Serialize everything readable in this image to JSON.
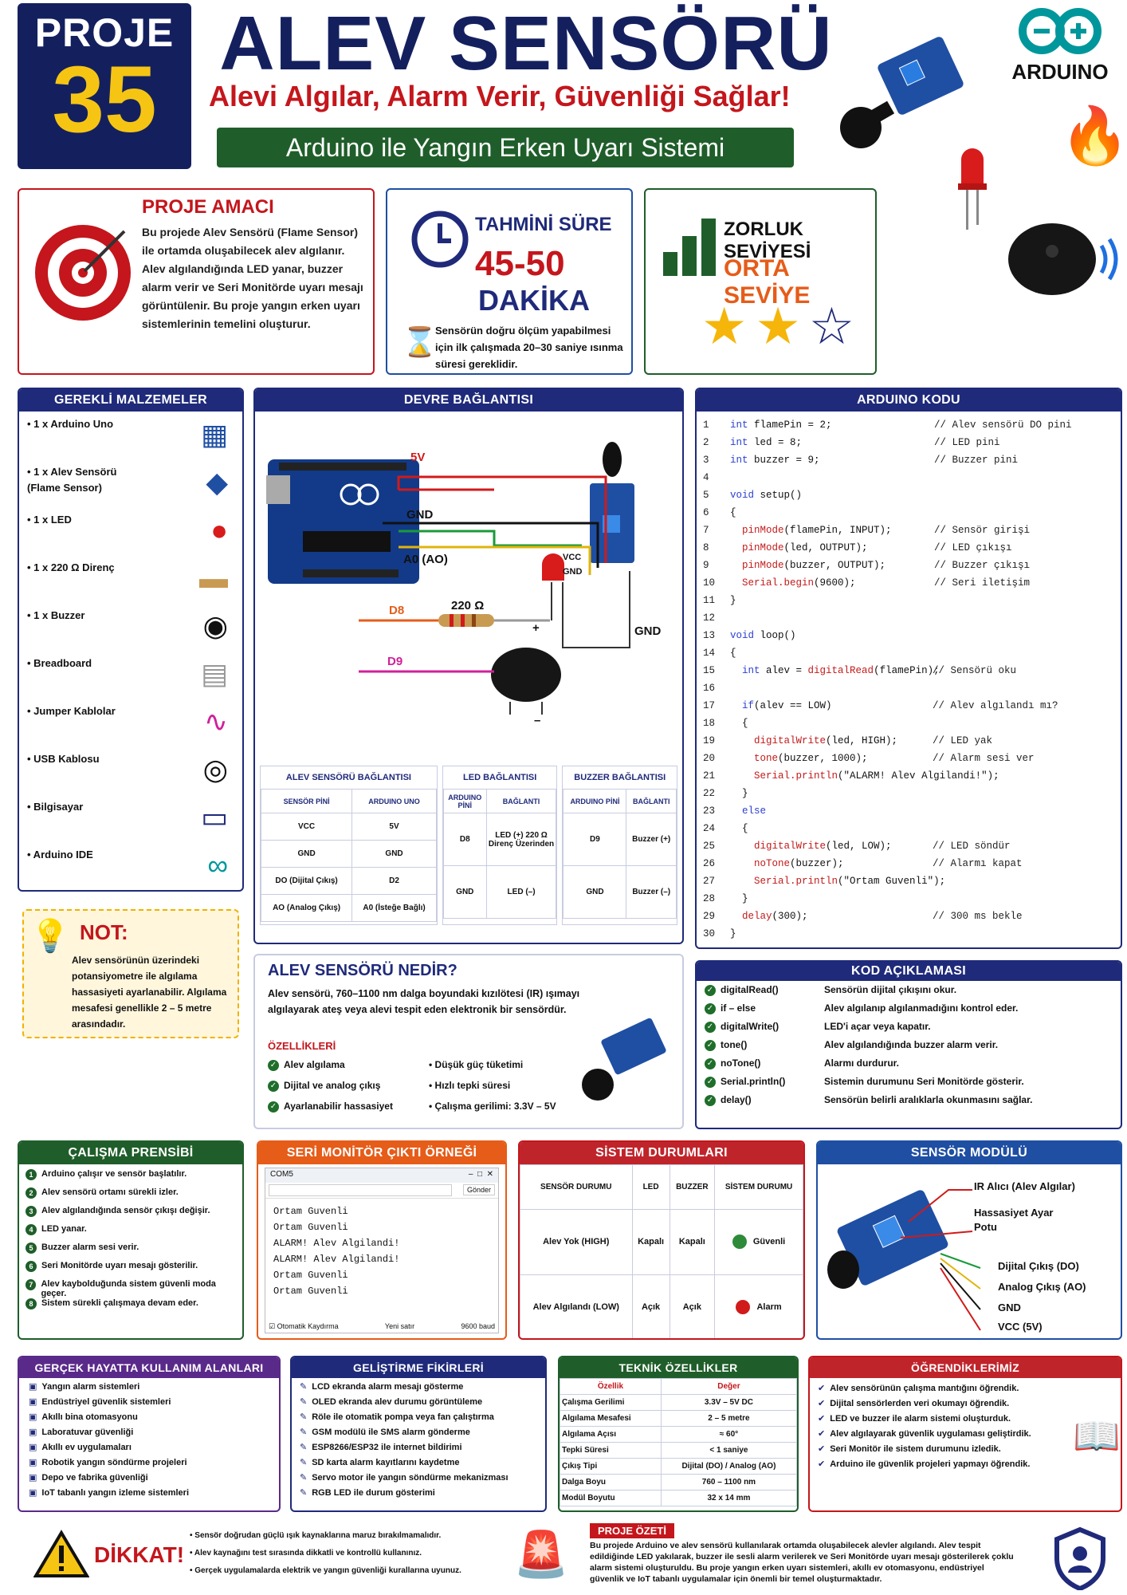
{
  "header": {
    "proje_label": "PROJE",
    "proje_num": "35",
    "title": "ALEV SENSÖRÜ",
    "subtitle": "Alevi Algılar, Alarm Verir, Güvenliği Sağlar!",
    "banner": "Arduino ile Yangın Erken Uyarı Sistemi",
    "brand": "ARDUINO"
  },
  "amac": {
    "title": "PROJE AMACI",
    "text": "Bu projede Alev Sensörü (Flame Sensor) ile ortamda oluşabilecek alev algılanır. Alev algılandığında LED yanar, buzzer alarm verir ve Seri Monitörde uyarı mesajı görüntülenir. Bu proje yangın erken uyarı sistemlerinin temelini oluşturur."
  },
  "sure": {
    "title": "TAHMİNİ SÜRE",
    "value": "45-50",
    "unit": "DAKİKA",
    "note": "Sensörün doğru ölçüm yapabilmesi için ilk çalışmada 20–30 saniye ısınma süresi gereklidir."
  },
  "zorluk": {
    "title": "ZORLUK SEVİYESİ",
    "value": "ORTA SEVİYE",
    "stars": 2,
    "max_stars": 3
  },
  "malzemeler": {
    "title": "GEREKLİ MALZEMELER",
    "items": [
      "1 x Arduino Uno",
      "1 x Alev Sensörü (Flame Sensor)",
      "1 x LED",
      "1 x 220 Ω Direnç",
      "1 x Buzzer",
      "Breadboard",
      "Jumper Kablolar",
      "USB Kablosu",
      "Bilgisayar",
      "Arduino IDE"
    ]
  },
  "not": {
    "title": "NOT:",
    "text": "Alev sensörünün üzerindeki potansiyometre ile algılama hassasiyeti ayarlanabilir. Algılama mesafesi genellikle 2 – 5 metre arasındadır."
  },
  "devre": {
    "title": "DEVRE BAĞLANTISI",
    "labels": {
      "v5": "5V",
      "gnd": "GND",
      "a0": "A0 (AO)",
      "vcc": "VCC",
      "gnd2": "GND",
      "d8": "D8",
      "d9": "D9",
      "res": "220 Ω",
      "gnd3": "GND",
      "plus": "+",
      "minus": "–"
    },
    "t1": {
      "title": "ALEV SENSÖRÜ BAĞLANTISI",
      "h": [
        "SENSÖR PİNİ",
        "ARDUINO UNO"
      ],
      "rows": [
        [
          "VCC",
          "5V"
        ],
        [
          "GND",
          "GND"
        ],
        [
          "DO (Dijital Çıkış)",
          "D2"
        ],
        [
          "AO (Analog Çıkış)",
          "A0 (İsteğe Bağlı)"
        ]
      ]
    },
    "t2": {
      "title": "LED BAĞLANTISI",
      "h": [
        "ARDUINO PİNİ",
        "BAĞLANTI"
      ],
      "rows": [
        [
          "D8",
          "LED (+) 220 Ω Direnç Üzerinden"
        ],
        [
          "GND",
          "LED (–)"
        ]
      ]
    },
    "t3": {
      "title": "BUZZER BAĞLANTISI",
      "h": [
        "ARDUINO PİNİ",
        "BAĞLANTI"
      ],
      "rows": [
        [
          "D9",
          "Buzzer (+)"
        ],
        [
          "GND",
          "Buzzer (–)"
        ]
      ]
    }
  },
  "kod": {
    "title": "ARDUINO KODU",
    "lines": [
      [
        "1",
        "int flamePin = 2;",
        "// Alev sensörü DO pini"
      ],
      [
        "2",
        "int led = 8;",
        "// LED pini"
      ],
      [
        "3",
        "int buzzer = 9;",
        "// Buzzer pini"
      ],
      [
        "4",
        "",
        ""
      ],
      [
        "5",
        "void setup()",
        ""
      ],
      [
        "6",
        "{",
        ""
      ],
      [
        "7",
        "  pinMode(flamePin, INPUT);",
        "// Sensör girişi"
      ],
      [
        "8",
        "  pinMode(led, OUTPUT);",
        "// LED çıkışı"
      ],
      [
        "9",
        "  pinMode(buzzer, OUTPUT);",
        "// Buzzer çıkışı"
      ],
      [
        "10",
        "  Serial.begin(9600);",
        "// Seri iletişim"
      ],
      [
        "11",
        "}",
        ""
      ],
      [
        "12",
        "",
        ""
      ],
      [
        "13",
        "void loop()",
        ""
      ],
      [
        "14",
        "{",
        ""
      ],
      [
        "15",
        "  int alev = digitalRead(flamePin);",
        "// Sensörü oku"
      ],
      [
        "16",
        "",
        ""
      ],
      [
        "17",
        "  if(alev == LOW)",
        "// Alev algılandı mı?"
      ],
      [
        "18",
        "  {",
        ""
      ],
      [
        "19",
        "    digitalWrite(led, HIGH);",
        "// LED yak"
      ],
      [
        "20",
        "    tone(buzzer, 1000);",
        "// Alarm sesi ver"
      ],
      [
        "21",
        "    Serial.println(\"ALARM! Alev Algilandi!\");",
        ""
      ],
      [
        "22",
        "  }",
        ""
      ],
      [
        "23",
        "  else",
        ""
      ],
      [
        "24",
        "  {",
        ""
      ],
      [
        "25",
        "    digitalWrite(led, LOW);",
        "// LED söndür"
      ],
      [
        "26",
        "    noTone(buzzer);",
        "// Alarmı kapat"
      ],
      [
        "27",
        "    Serial.println(\"Ortam Guvenli\");",
        ""
      ],
      [
        "28",
        "  }",
        ""
      ],
      [
        "29",
        "  delay(300);",
        "// 300 ms bekle"
      ],
      [
        "30",
        "}",
        ""
      ]
    ]
  },
  "nedir": {
    "title": "ALEV SENSÖRÜ NEDİR?",
    "text": "Alev sensörü, 760–1100 nm dalga boyundaki kızılötesi (IR) ışımayı algılayarak ateş veya alevi tespit eden elektronik bir sensördür.",
    "ozellik": "ÖZELLİKLERİ",
    "left": [
      "Alev algılama",
      "Dijital ve analog çıkış",
      "Ayarlanabilir hassasiyet"
    ],
    "right": [
      "Düşük güç tüketimi",
      "Hızlı tepki süresi",
      "Çalışma gerilimi: 3.3V – 5V"
    ]
  },
  "aciklama": {
    "title": "KOD AÇIKLAMASI",
    "rows": [
      [
        "digitalRead()",
        "Sensörün dijital çıkışını okur."
      ],
      [
        "if – else",
        "Alev algılanıp algılanmadığını kontrol eder."
      ],
      [
        "digitalWrite()",
        "LED'i açar veya kapatır."
      ],
      [
        "tone()",
        "Alev algılandığında buzzer alarm verir."
      ],
      [
        "noTone()",
        "Alarmı durdurur."
      ],
      [
        "Serial.println()",
        "Sistemin durumunu Seri Monitörde gösterir."
      ],
      [
        "delay()",
        "Sensörün belirli aralıklarla okunmasını sağlar."
      ]
    ]
  },
  "prensip": {
    "title": "ÇALIŞMA PRENSİBİ",
    "items": [
      "Arduino çalışır ve sensör başlatılır.",
      "Alev sensörü ortamı sürekli izler.",
      "Alev algılandığında sensör çıkışı değişir.",
      "LED yanar.",
      "Buzzer alarm sesi verir.",
      "Seri Monitörde uyarı mesajı gösterilir.",
      "Alev kaybolduğunda sistem güvenli moda geçer.",
      "Sistem sürekli çalışmaya devam eder."
    ]
  },
  "serial": {
    "title": "SERİ MONİTÖR ÇIKTI ÖRNEĞİ",
    "port": "COM5",
    "send": "Gönder",
    "lines": [
      "Ortam Guvenli",
      "Ortam Guvenli",
      "ALARM! Alev Algilandi!",
      "ALARM! Alev Algilandi!",
      "Ortam Guvenli",
      "Ortam Guvenli"
    ],
    "autoscroll": "Otomatik Kaydırma",
    "newline": "Yeni satır",
    "baud": "9600 baud"
  },
  "durum": {
    "title": "SİSTEM DURUMLARI",
    "h": [
      "SENSÖR DURUMU",
      "LED",
      "BUZZER",
      "SİSTEM DURUMU"
    ],
    "rows": [
      [
        "Alev Yok (HIGH)",
        "Kapalı",
        "Kapalı",
        "Güvenli",
        "#2e8b3a"
      ],
      [
        "Alev Algılandı (LOW)",
        "Açık",
        "Açık",
        "Alarm",
        "#d11a1a"
      ]
    ]
  },
  "modul": {
    "title": "SENSÖR MODÜLÜ",
    "labels": [
      "IR Alıcı (Alev Algılar)",
      "Hassasiyet Ayar Potu",
      "Dijital Çıkış (DO)",
      "Analog Çıkış (AO)",
      "GND",
      "VCC (5V)"
    ]
  },
  "alanlar": {
    "title": "GERÇEK HAYATTA KULLANIM ALANLARI",
    "items": [
      "Yangın alarm sistemleri",
      "Endüstriyel güvenlik sistemleri",
      "Akıllı bina otomasyonu",
      "Laboratuvar güvenliği",
      "Akıllı ev uygulamaları",
      "Robotik yangın söndürme projeleri",
      "Depo ve fabrika güvenliği",
      "IoT tabanlı yangın izleme sistemleri"
    ]
  },
  "fikirler": {
    "title": "GELİŞTİRME FİKİRLERİ",
    "items": [
      "LCD ekranda alarm mesajı gösterme",
      "OLED ekranda alev durumu görüntüleme",
      "Röle ile otomatik pompa veya fan çalıştırma",
      "GSM modülü ile SMS alarm gönderme",
      "ESP8266/ESP32 ile internet bildirimi",
      "SD karta alarm kayıtlarını kaydetme",
      "Servo motor ile yangın söndürme mekanizması",
      "RGB LED ile durum gösterimi"
    ]
  },
  "teknik": {
    "title": "TEKNİK ÖZELLİKLER",
    "h": [
      "Özellik",
      "Değer"
    ],
    "rows": [
      [
        "Çalışma Gerilimi",
        "3.3V – 5V DC"
      ],
      [
        "Algılama Mesafesi",
        "2 – 5 metre"
      ],
      [
        "Algılama Açısı",
        "≈ 60°"
      ],
      [
        "Tepki Süresi",
        "< 1 saniye"
      ],
      [
        "Çıkış Tipi",
        "Dijital (DO) / Analog (AO)"
      ],
      [
        "Dalga Boyu",
        "760 – 1100 nm"
      ],
      [
        "Modül Boyutu",
        "32 x 14 mm"
      ]
    ]
  },
  "ogrendik": {
    "title": "ÖĞRENDİKLERİMİZ",
    "items": [
      "Alev sensörünün çalışma mantığını öğrendik.",
      "Dijital sensörlerden veri okumayı öğrendik.",
      "LED ve buzzer ile alarm sistemi oluşturduk.",
      "Alev algılayarak güvenlik uygulaması geliştirdik.",
      "Seri Monitör ile sistem durumunu izledik.",
      "Arduino ile güvenlik projeleri yapmayı öğrendik."
    ]
  },
  "dikkat": {
    "title": "DİKKAT!",
    "items": [
      "Sensör doğrudan güçlü ışık kaynaklarına maruz bırakılmamalıdır.",
      "Alev kaynağını test sırasında dikkatli ve kontrollü kullanınız.",
      "Gerçek uygulamalarda elektrik ve yangın güvenliği kurallarına uyunuz."
    ]
  },
  "ozet": {
    "title": "PROJE ÖZETİ",
    "text": "Bu projede Arduino ve alev sensörü kullanılarak ortamda oluşabilecek alevler algılandı. Alev tespit edildiğinde LED yakılarak, buzzer ile sesli alarm verilerek ve Seri Monitörde uyarı mesajı gösterilerek çoklu alarm sistemi oluşturuldu. Bu proje yangın erken uyarı sistemleri, akıllı ev otomasyonu, endüstriyel güvenlik ve IoT tabanlı uygulamalar için önemli bir temel oluşturmaktadır."
  }
}
